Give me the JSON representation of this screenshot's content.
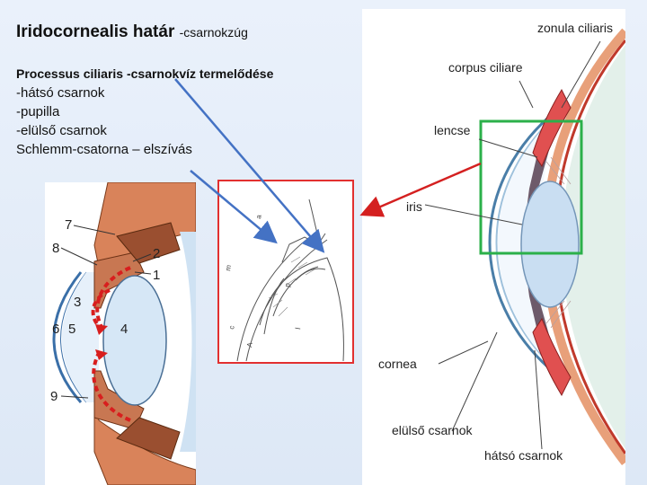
{
  "heading": {
    "title_bold": "Iridocornealis határ",
    "title_sub": "-csarnokzúg"
  },
  "textblock": {
    "line1": "Processus ciliaris -csarnokvíz termelődése",
    "line2": "-hátsó csarnok",
    "line3": "-pupilla",
    "line4": "-elülső csarnok",
    "line5": "Schlemm-csatorna – elszívás"
  },
  "left_diagram": {
    "numbers": [
      "7",
      "8",
      "2",
      "1",
      "3",
      "6",
      "5",
      "4",
      "9"
    ]
  },
  "right_diagram": {
    "labels": {
      "zonula": "zonula ciliaris",
      "corpus": "corpus ciliare",
      "lencse": "lencse",
      "iris": "iris",
      "cornea": "cornea",
      "elulso": "elülső csarnok",
      "hatso": "hátsó csarnok"
    }
  },
  "colors": {
    "arrow_blue": "#4472c4",
    "arrow_red": "#d42020",
    "frame_red": "#e23030",
    "frame_green": "#2bb04a",
    "tissue_orange": "#e08a5a",
    "lens_blue": "#cfe2f3",
    "flow_red": "#d81e1e"
  }
}
